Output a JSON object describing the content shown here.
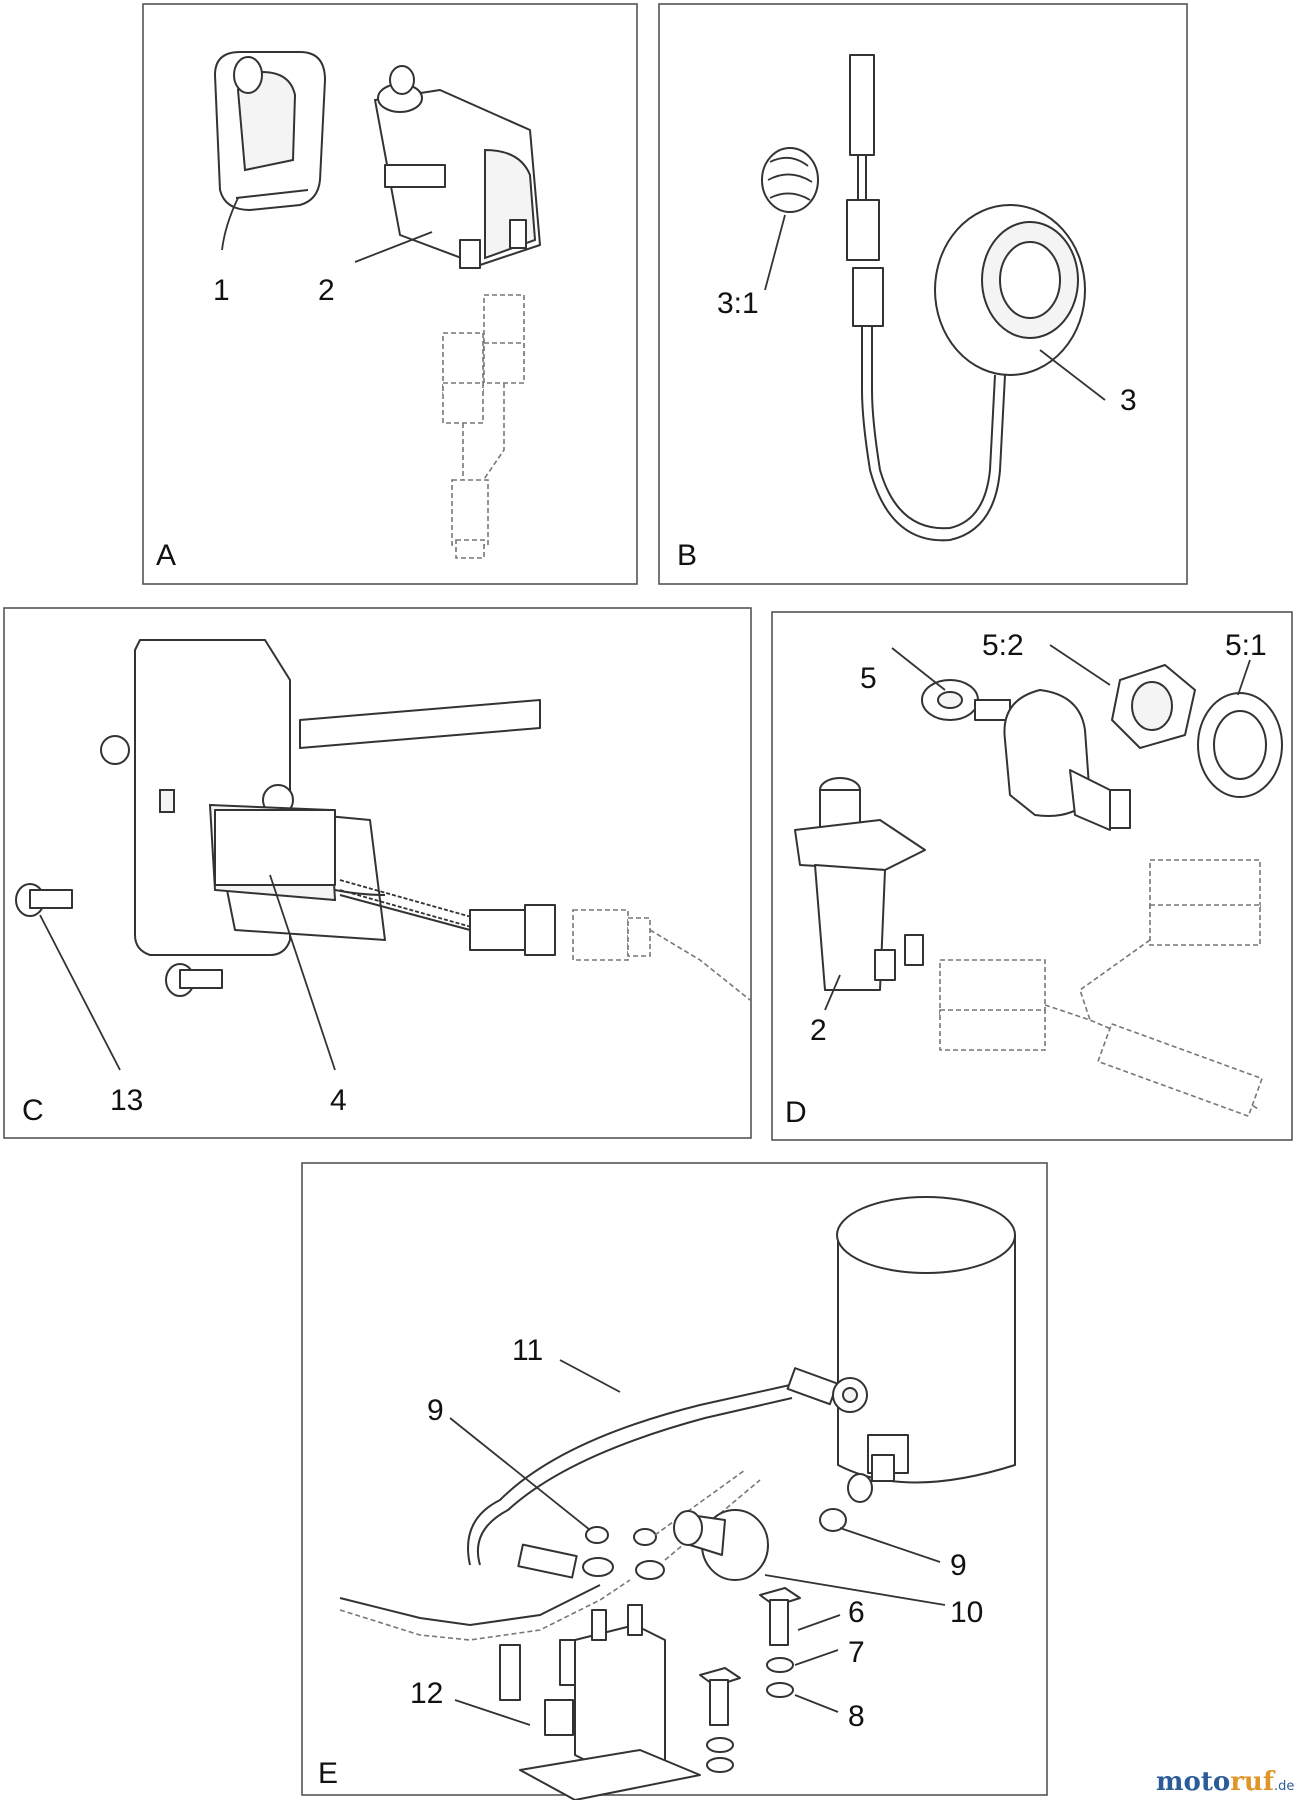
{
  "panels": {
    "A": {
      "letter": "A",
      "callouts": {
        "c1": "1",
        "c2": "2"
      }
    },
    "B": {
      "letter": "B",
      "callouts": {
        "c31": "3:1",
        "c3": "3"
      }
    },
    "C": {
      "letter": "C",
      "callouts": {
        "c13": "13",
        "c4": "4"
      }
    },
    "D": {
      "letter": "D",
      "callouts": {
        "c52": "5:2",
        "c51": "5:1",
        "c5": "5",
        "c2": "2"
      }
    },
    "E": {
      "letter": "E",
      "callouts": {
        "c11": "11",
        "c9a": "9",
        "c9b": "9",
        "c10": "10",
        "c6": "6",
        "c7": "7",
        "c8": "8",
        "c12": "12"
      }
    }
  },
  "watermark": {
    "word_blue": "moto",
    "word_orange": "ruf",
    "suffix": ".de"
  }
}
